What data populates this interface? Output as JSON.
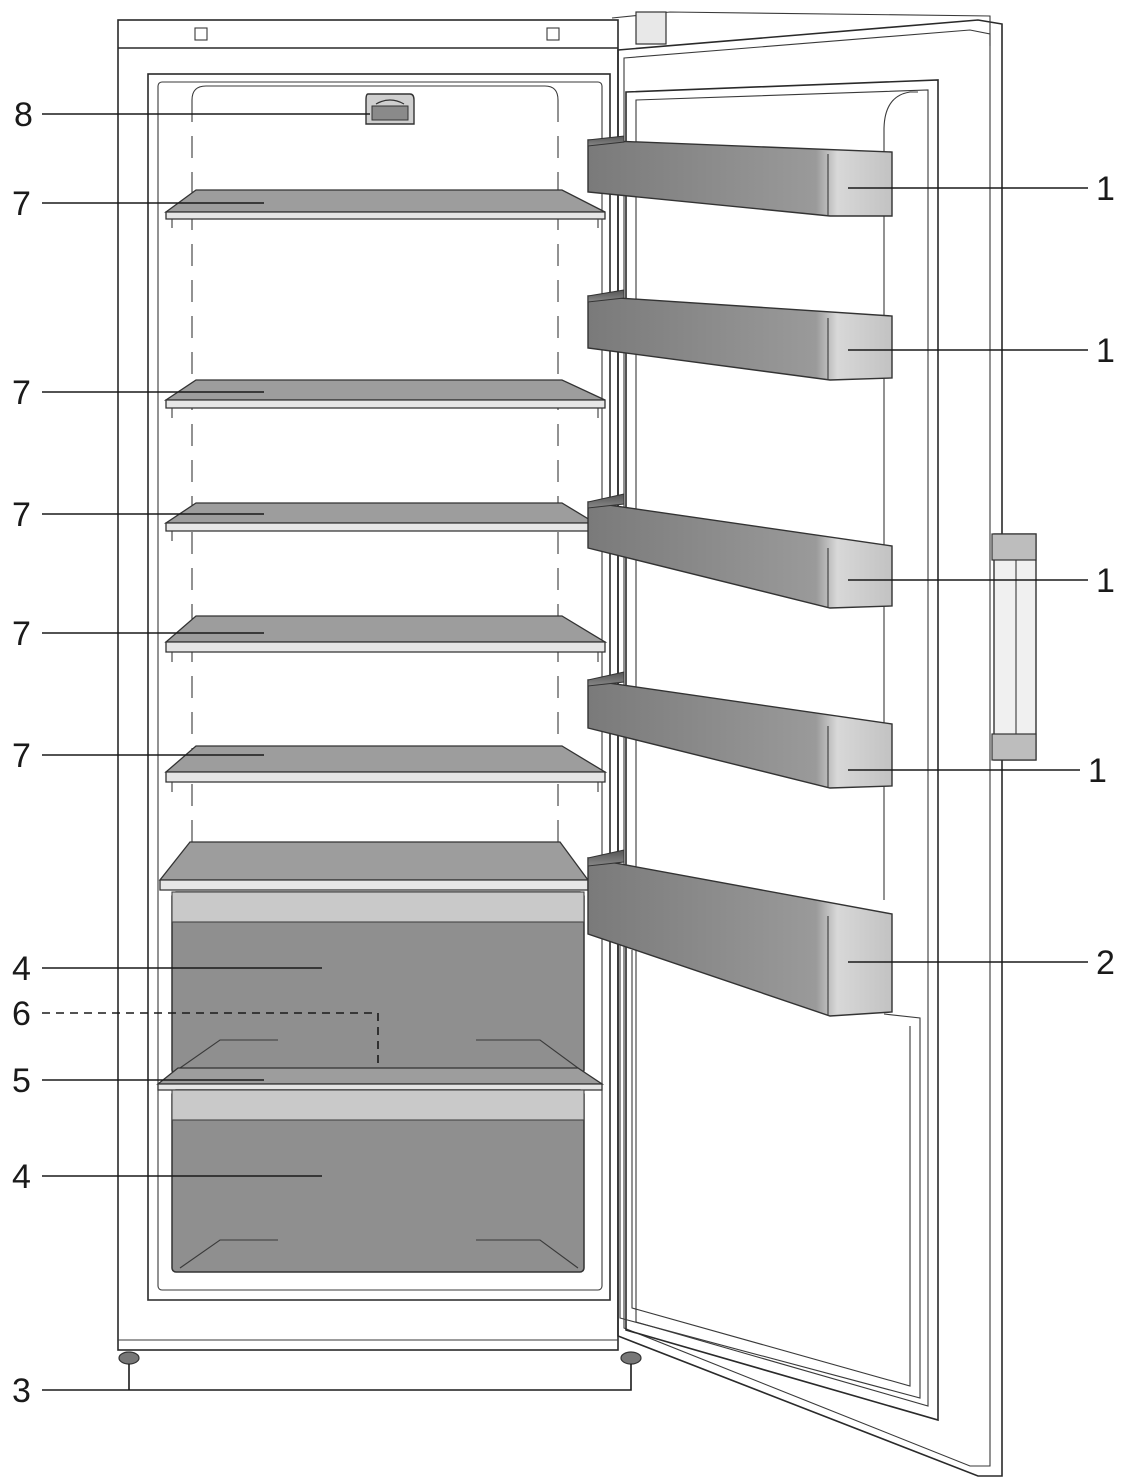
{
  "colors": {
    "line": "#1a1a1a",
    "shelf_glass": "#9d9d9d",
    "bin_dark": "#7f7f7f",
    "bin_light": "#d4d4d4",
    "drawer": "#8f8f8f",
    "background": "#ffffff"
  },
  "callouts": {
    "door_bin_1": "1",
    "door_bin_2": "1",
    "door_bin_3": "1",
    "door_bin_4": "1",
    "bottle_rack": "2",
    "feet": "3",
    "drawer_upper": "4",
    "drawer_lower": "4",
    "drawer_shelf": "5",
    "drain_hidden": "6",
    "shelf_1": "7",
    "shelf_2": "7",
    "shelf_3": "7",
    "shelf_4": "7",
    "shelf_5": "7",
    "light_control": "8"
  }
}
